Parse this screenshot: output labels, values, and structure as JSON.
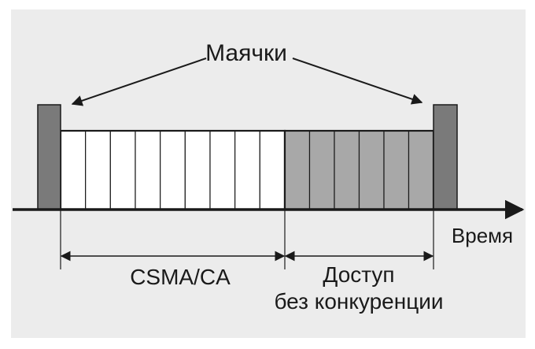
{
  "labels": {
    "beacons": "Маячки",
    "time": "Время",
    "csma": "CSMA/CA",
    "contention_free_line1": "Доступ",
    "contention_free_line2": "без конкуренции"
  },
  "colors": {
    "background": "#ececec",
    "beacon_fill": "#7a7a7a",
    "cfp_fill": "#a8a8a8",
    "slot_fill": "#ffffff",
    "stroke": "#1a1a1a"
  },
  "slots": {
    "csma_count": 9,
    "contention_free_count": 6
  }
}
